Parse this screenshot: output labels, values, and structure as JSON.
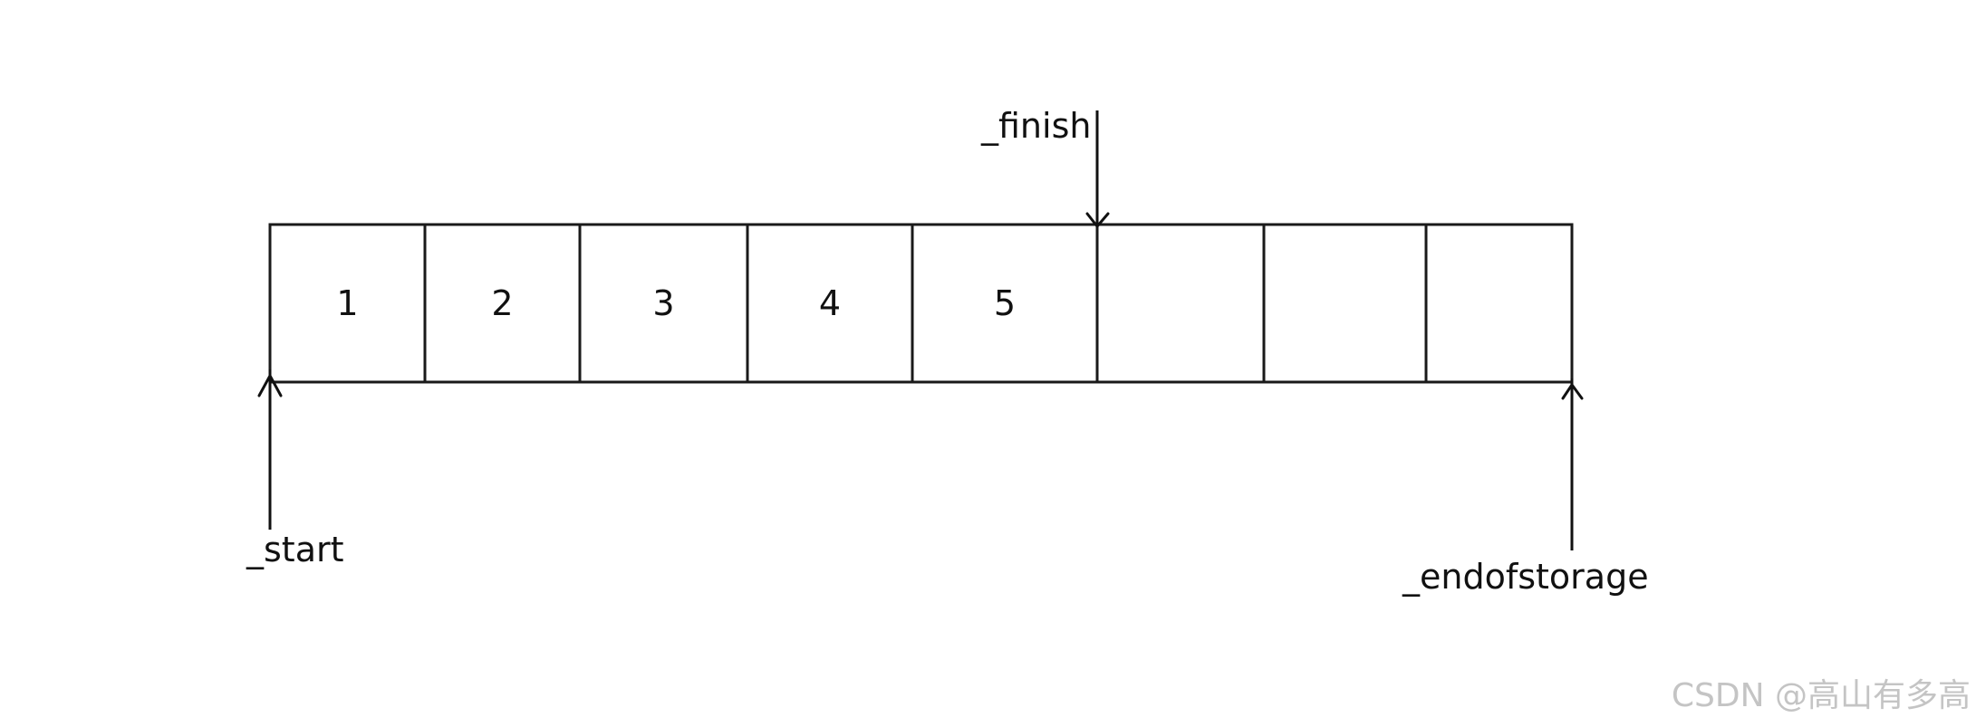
{
  "cells": [
    {
      "label": "1"
    },
    {
      "label": "2"
    },
    {
      "label": "3"
    },
    {
      "label": "4"
    },
    {
      "label": "5"
    },
    {
      "label": ""
    },
    {
      "label": ""
    },
    {
      "label": ""
    }
  ],
  "pointers": {
    "start": {
      "label": "_start",
      "points_at_cell_boundary": 0,
      "direction": "up-from-below"
    },
    "finish": {
      "label": "_finish",
      "points_at_cell_boundary": 5,
      "direction": "down-from-above"
    },
    "endofstorage": {
      "label": "_endofstorage",
      "points_at_cell_boundary": 8,
      "direction": "up-from-below"
    }
  },
  "watermark": "CSDN @高山有多高",
  "colors": {
    "line": "#111111",
    "watermark": "#c4c4c4"
  }
}
